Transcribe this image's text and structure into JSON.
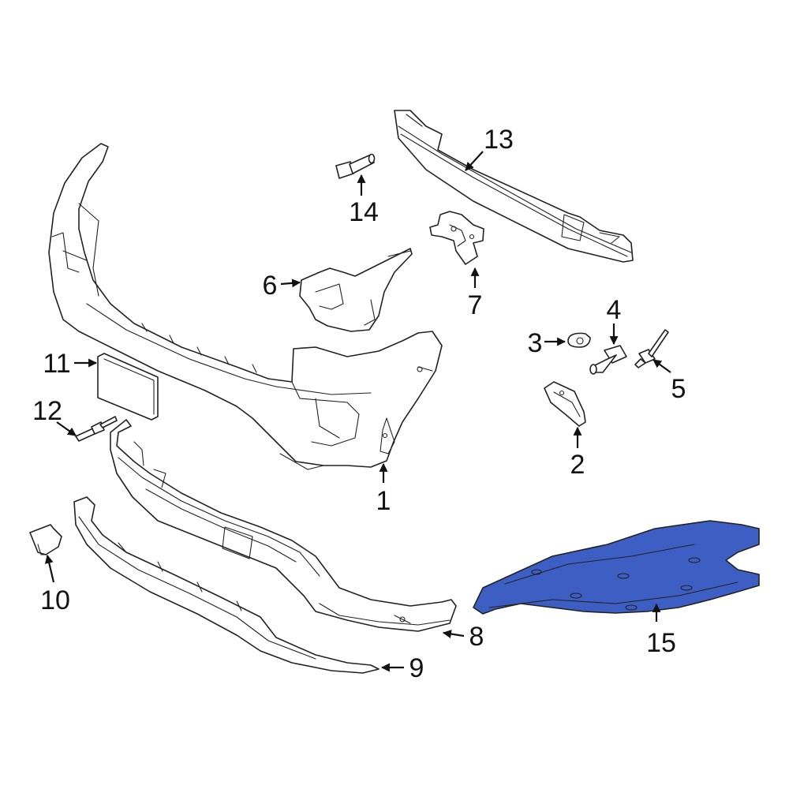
{
  "callouts": [
    {
      "label": "1"
    },
    {
      "label": "2"
    },
    {
      "label": "3"
    },
    {
      "label": "4"
    },
    {
      "label": "5"
    },
    {
      "label": "6"
    },
    {
      "label": "7"
    },
    {
      "label": "8"
    },
    {
      "label": "9"
    },
    {
      "label": "10"
    },
    {
      "label": "11"
    },
    {
      "label": "12"
    },
    {
      "label": "13"
    },
    {
      "label": "14"
    },
    {
      "label": "15"
    }
  ],
  "colors": {
    "highlight": "#3d5fc4",
    "line": "#222222"
  }
}
